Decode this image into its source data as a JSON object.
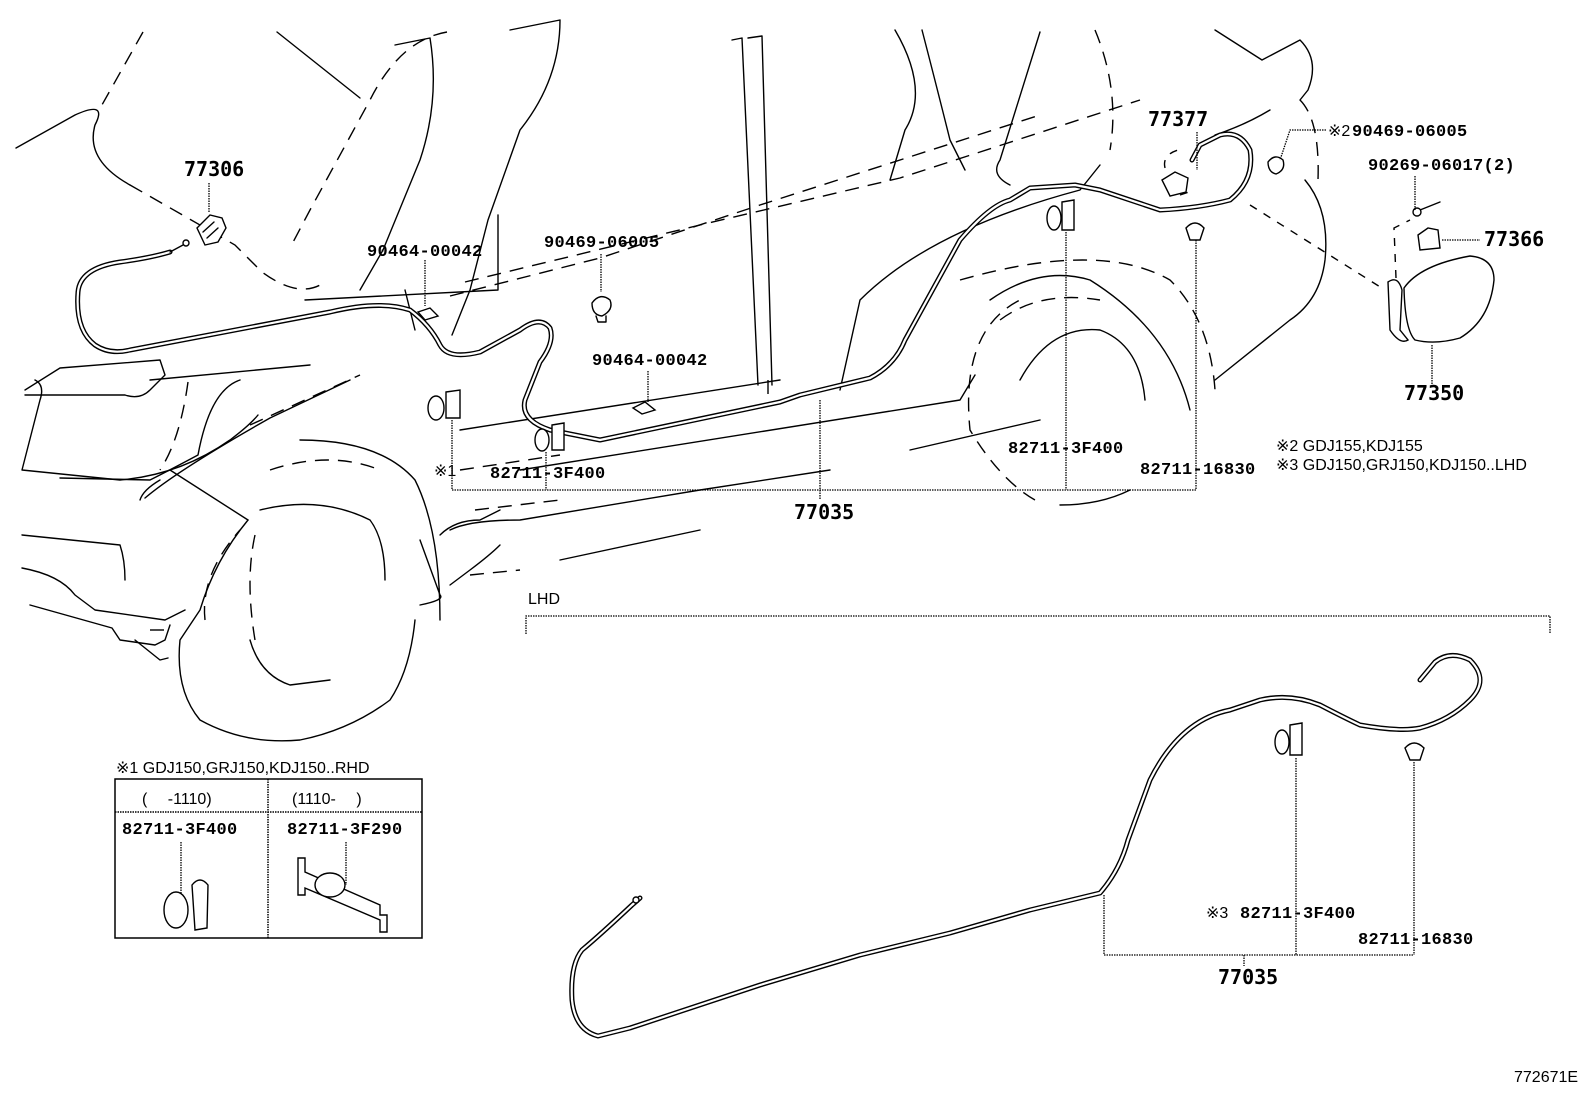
{
  "diagram": {
    "type": "parts-exploded-view",
    "subject": "Fuel filler lid and opener cable",
    "figure_id": "772671E",
    "section_label_lhd": "LHD",
    "parts": {
      "p77306": "77306",
      "p90464_a": "90464-00042",
      "p90469_a": "90469-06005",
      "p90464_b": "90464-00042",
      "p77377": "77377",
      "p90469_b_mark": "※2",
      "p90469_b": "90469-06005",
      "p90269": "90269-06017(2)",
      "p77366": "77366",
      "p77350": "77350",
      "p82711_3f400_a_mark": "※1",
      "p82711_3f400_a": "82711-3F400",
      "p82711_3f400_b": "82711-3F400",
      "p82711_16830_a": "82711-16830",
      "p77035_a": "77035",
      "lhd_82711_3f400_mark": "※3",
      "lhd_82711_3f400": "82711-3F400",
      "lhd_82711_16830": "82711-16830",
      "lhd_77035": "77035"
    },
    "notes": [
      {
        "mark": "※2",
        "text": "GDJ155,KDJ155"
      },
      {
        "mark": "※3",
        "text": "GDJ150,GRJ150,KDJ150..LHD"
      }
    ],
    "variant_table": {
      "title": "※1 GDJ150,GRJ150,KDJ150..RHD",
      "columns": [
        {
          "range": "(　  -1110)",
          "part": "82711-3F400"
        },
        {
          "range": "(1110-　  )",
          "part": "82711-3F290"
        }
      ]
    }
  }
}
